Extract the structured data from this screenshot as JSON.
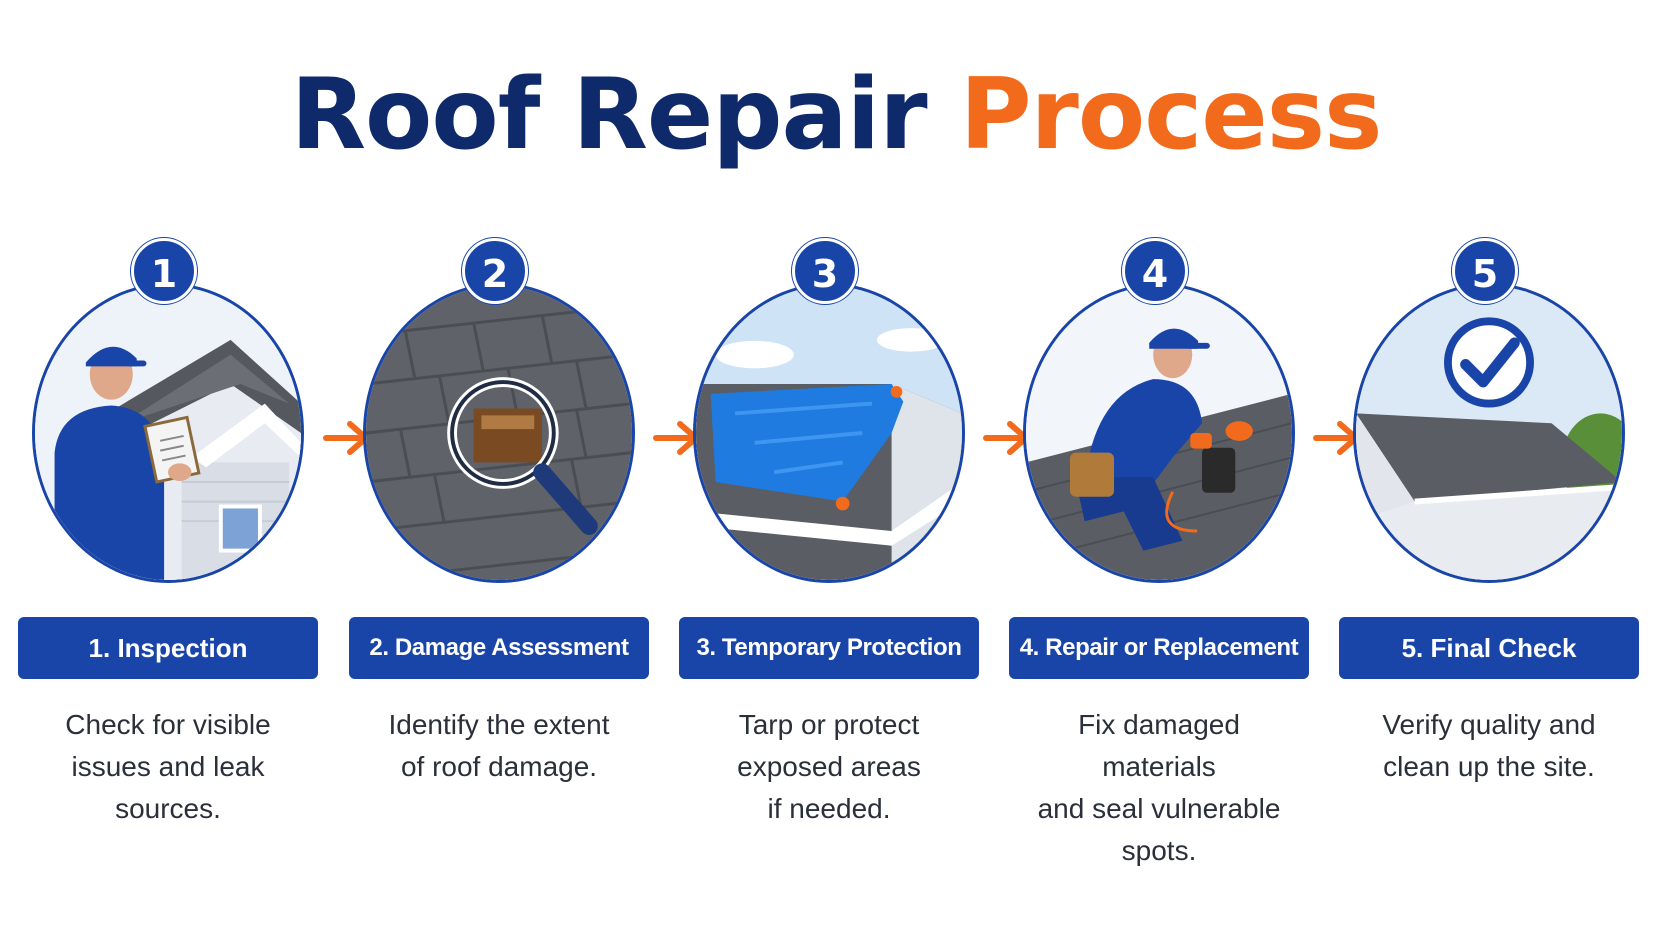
{
  "title": {
    "part1": "Roof Repair",
    "part2": "Process"
  },
  "steps": [
    {
      "number": "1",
      "label": "1. Inspection",
      "desc": [
        "Check for visible",
        "issues and leak",
        "sources."
      ],
      "icon": "inspector-clipboard-icon"
    },
    {
      "number": "2",
      "label": "2. Damage Assessment",
      "desc": [
        "Identify the extent",
        "of roof damage."
      ],
      "icon": "magnifying-glass-icon"
    },
    {
      "number": "3",
      "label": "3. Temporary Protection",
      "desc": [
        "Tarp or protect",
        "exposed areas",
        "if needed."
      ],
      "icon": "blue-tarp-icon"
    },
    {
      "number": "4",
      "label": "4. Repair or Replacement",
      "desc": [
        "Fix damaged materials",
        "and seal vulnerable",
        "spots."
      ],
      "icon": "roofer-nail-gun-icon"
    },
    {
      "number": "5",
      "label": "5. Final Check",
      "desc": [
        "Verify quality and",
        "clean up the site."
      ],
      "icon": "checkmark-icon"
    }
  ],
  "colors": {
    "navy": "#0f2a6b",
    "blue": "#1a45a8",
    "orange": "#f26b1d",
    "text": "#2a2f3a"
  }
}
